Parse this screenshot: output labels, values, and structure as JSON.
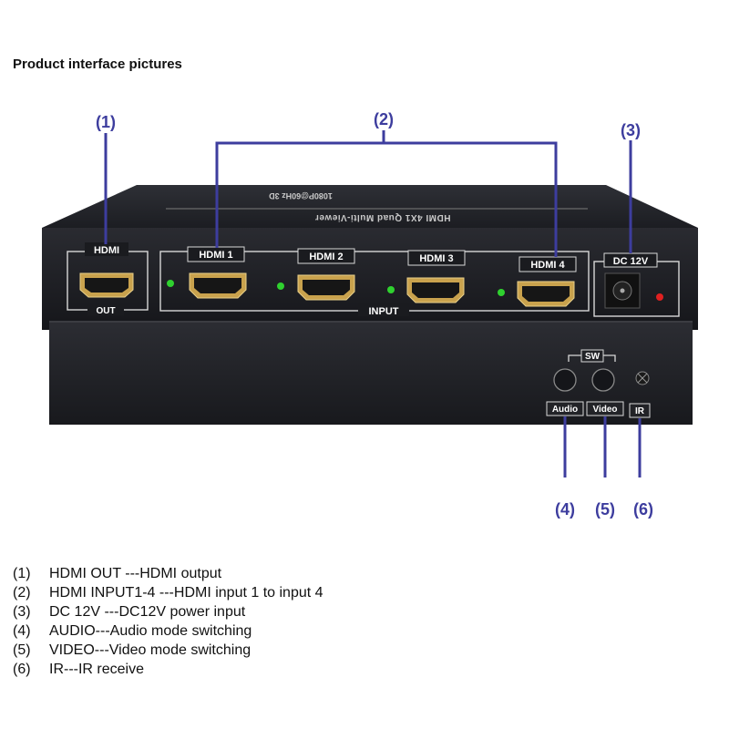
{
  "title": "Product interface pictures",
  "callouts": [
    "(1)",
    "(2)",
    "(3)",
    "(4)",
    "(5)",
    "(6)"
  ],
  "device": {
    "top_label": "HDMI 4X1 Quad Multi-Viewer",
    "top_sublabel": "1080P@60Hz 3D",
    "output_label": "HDMI",
    "output_sublabel": "OUT",
    "inputs": [
      "HDMI 1",
      "HDMI 2",
      "HDMI 3",
      "HDMI 4"
    ],
    "input_group_label": "INPUT",
    "power_label": "DC 12V",
    "switch_group_label": "SW",
    "audio_label": "Audio",
    "video_label": "Video",
    "ir_label": "IR"
  },
  "colors": {
    "callout": "#3d3d9e",
    "led_green": "#2fd12f",
    "led_red": "#e02020",
    "device_body": "#1a1b1f"
  },
  "legend": [
    {
      "num": "(1)",
      "text": "HDMI OUT ---HDMI output"
    },
    {
      "num": "(2)",
      "text": "HDMI INPUT1-4 ---HDMI input 1 to input 4"
    },
    {
      "num": "(3)",
      "text": "DC 12V ---DC12V power input"
    },
    {
      "num": "(4)",
      "text": "AUDIO---Audio mode switching"
    },
    {
      "num": "(5)",
      "text": "VIDEO---Video mode switching"
    },
    {
      "num": "(6)",
      "text": "IR---IR receive"
    }
  ]
}
